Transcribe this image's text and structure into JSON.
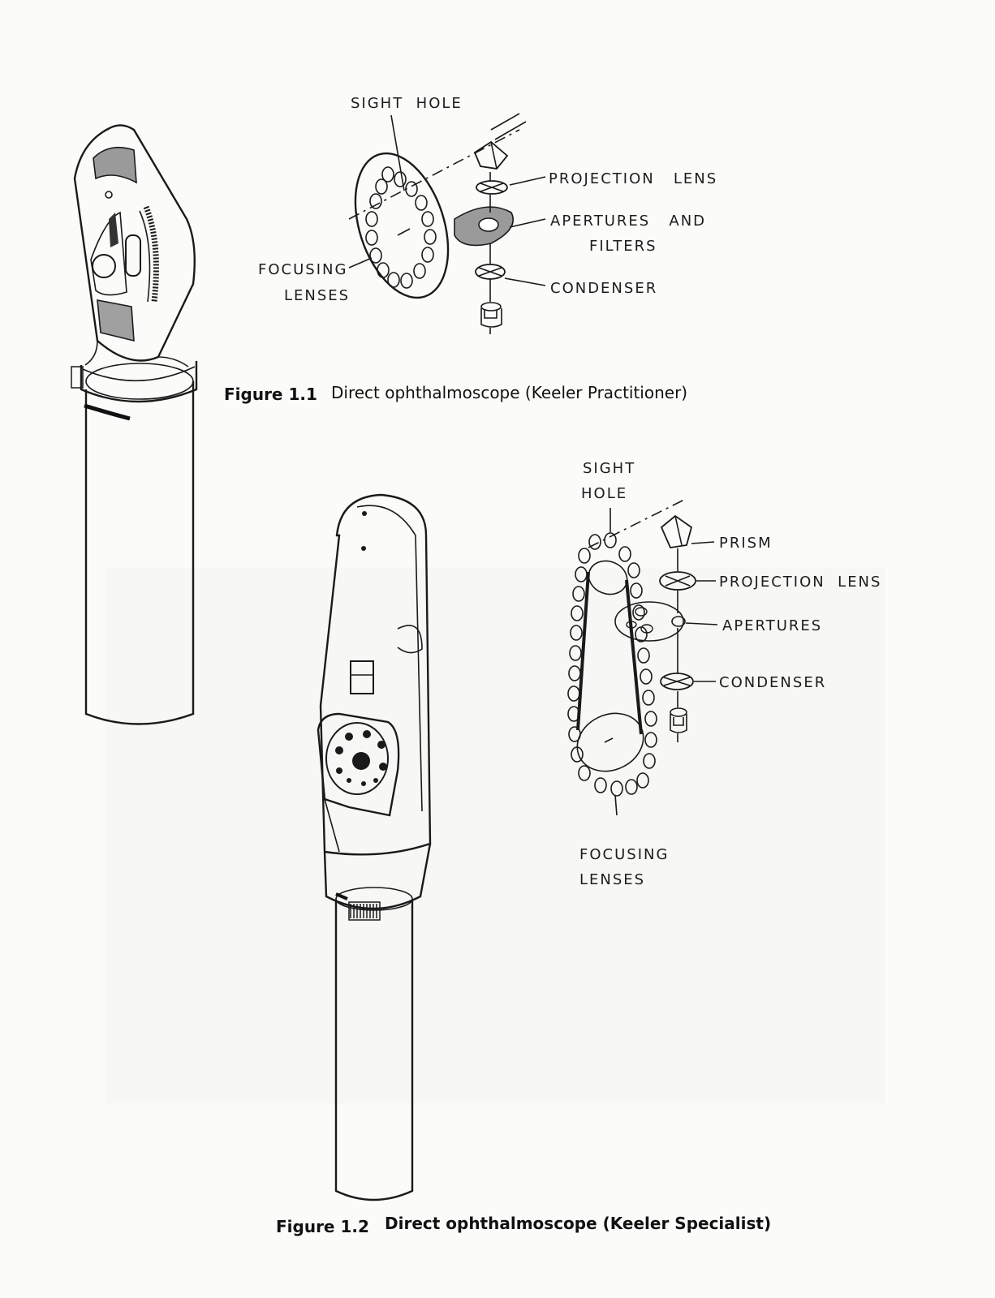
{
  "figure1": {
    "number": "Figure 1.1",
    "caption": "Direct ophthalmoscope (Keeler Practitioner)",
    "labels": {
      "sight_hole": "SIGHT  HOLE",
      "projection_lens": "PROJECTION   LENS",
      "apertures_line1": "APERTURES   AND",
      "apertures_line2": "FILTERS",
      "condenser": "CONDENSER",
      "focusing_line1": "FOCUSING",
      "focusing_line2": "LENSES"
    }
  },
  "figure2": {
    "number": "Figure 1.2",
    "caption": "Direct ophthalmoscope (Keeler Specialist)",
    "labels": {
      "sight_line1": "SIGHT",
      "sight_line2": "HOLE",
      "prism": "PRISM",
      "projection_lens": "PROJECTION  LENS",
      "apertures": "APERTURES",
      "condenser": "CONDENSER",
      "focusing_line1": "FOCUSING",
      "focusing_line2": "LENSES"
    }
  }
}
